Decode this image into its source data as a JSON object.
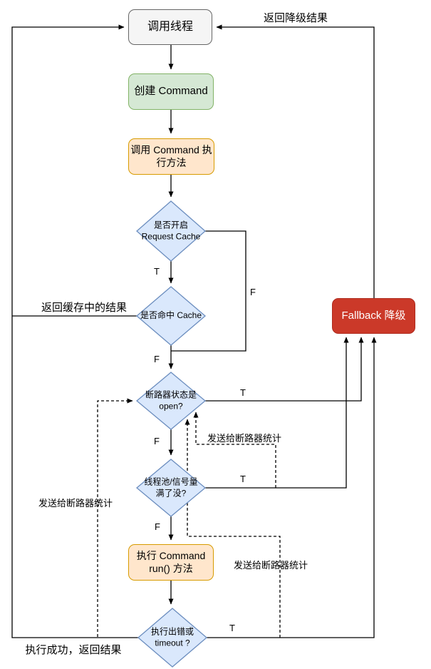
{
  "colors": {
    "box_gray_fill": "#f5f5f5",
    "box_gray_border": "#666666",
    "box_green_fill": "#d5e8d4",
    "box_green_border": "#82b366",
    "box_orange_fill": "#ffe6cc",
    "box_orange_border": "#d79b00",
    "diamond_fill": "#dae8fc",
    "diamond_border": "#6c8ebf",
    "fallback_fill": "#cb3929",
    "fallback_text": "#ffffff",
    "line": "#000000"
  },
  "nodes": {
    "calling_thread": "调用线程",
    "create_command": "创建 Command",
    "invoke_execute": "调用 Command 执\n行方法",
    "request_cache_enabled": "是否开启\nRequest Cache",
    "cache_hit": "是否命中 Cache",
    "breaker_open": "断路器状态是\nopen?",
    "pool_full": "线程池/信号量\n满了没?",
    "run_command": "执行 Command\nrun() 方法",
    "error_or_timeout": "执行出错或\ntimeout ?",
    "fallback": "Fallback 降级"
  },
  "edge_labels": {
    "cache_enabled_t": "T",
    "cache_enabled_f": "F",
    "cache_hit_f": "F",
    "breaker_open_t": "T",
    "breaker_open_f": "F",
    "pool_full_t": "T",
    "pool_full_f": "F",
    "error_timeout_t": "T"
  },
  "annotations": {
    "return_fallback": "返回降级结果",
    "return_cached": "返回缓存中的结果",
    "send_stats_left": "发送给断路器统计",
    "send_stats_mid": "发送给断路器统计",
    "send_stats_right": "发送给断路器统计",
    "success_return": "执行成功，返回结果"
  }
}
